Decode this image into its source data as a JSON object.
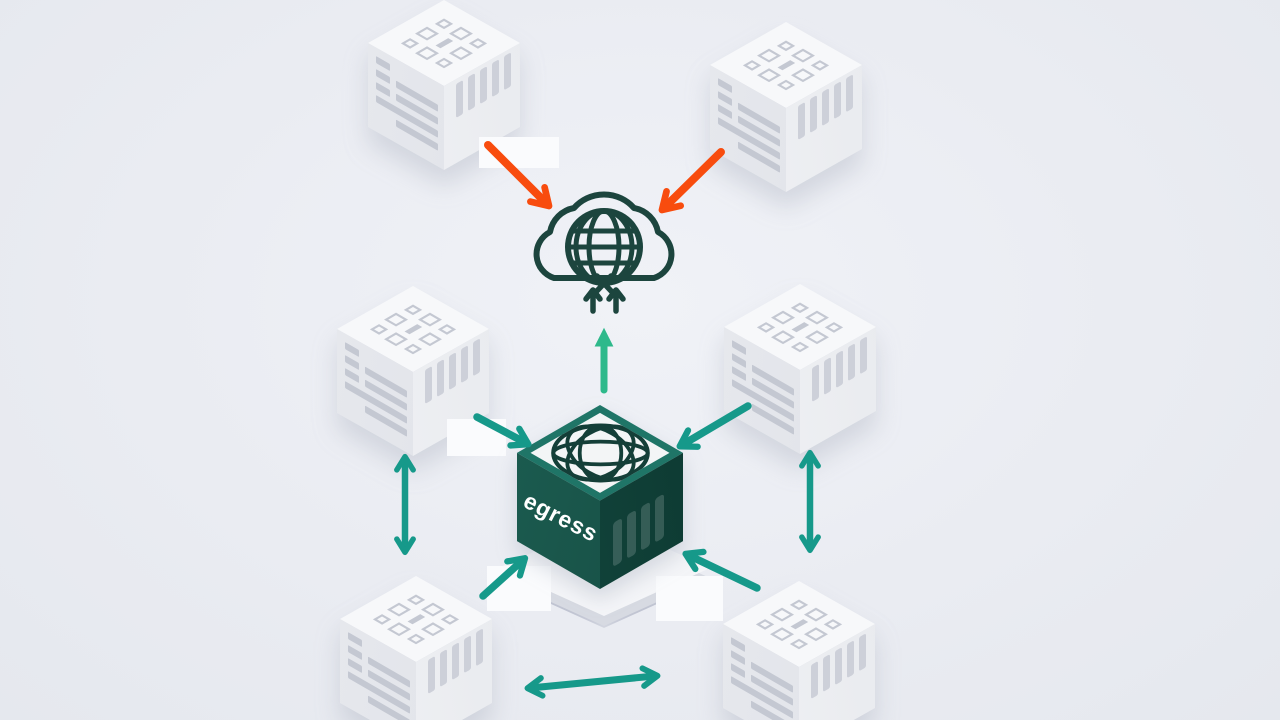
{
  "diagram": {
    "type": "isometric-network-egress-illustration",
    "egress_cube": {
      "label": "egress",
      "top_icon": "woven-globe-icon"
    },
    "cloud": {
      "icon": "cloud-globe-icon"
    },
    "nodes": [
      {
        "name": "server-cube-top-left"
      },
      {
        "name": "server-cube-top-right"
      },
      {
        "name": "server-cube-mid-left"
      },
      {
        "name": "server-cube-mid-right"
      },
      {
        "name": "server-cube-bottom-left"
      },
      {
        "name": "server-cube-bottom-right"
      }
    ],
    "arrows": [
      {
        "name": "arrow-top-left-to-cloud",
        "color": "orange",
        "style": "single"
      },
      {
        "name": "arrow-top-right-to-cloud",
        "color": "orange",
        "style": "single"
      },
      {
        "name": "arrow-egress-to-cloud",
        "color": "green",
        "style": "single"
      },
      {
        "name": "arrow-mid-left-to-egress",
        "color": "teal",
        "style": "single"
      },
      {
        "name": "arrow-mid-right-to-egress",
        "color": "teal",
        "style": "single"
      },
      {
        "name": "arrow-bottom-left-to-egress",
        "color": "teal",
        "style": "single"
      },
      {
        "name": "arrow-bottom-right-to-egress",
        "color": "teal",
        "style": "single"
      },
      {
        "name": "arrow-left-column-bidirectional",
        "color": "teal",
        "style": "double"
      },
      {
        "name": "arrow-right-column-bidirectional",
        "color": "teal",
        "style": "double"
      },
      {
        "name": "arrow-bottom-row-bidirectional",
        "color": "teal",
        "style": "double"
      }
    ],
    "colors": {
      "bg": "#eaecf2",
      "teal": "#16998a",
      "green": "#2eb98b",
      "orange": "#f84c0e",
      "ink": "#1c453e",
      "ink-dark": "#143f38",
      "egress-band": "#1f7567",
      "egress-inset": "#f3f5f6",
      "egress-left": "#1b5b4f",
      "egress-right": "#12463d",
      "cube-top": "#f7f8fa",
      "cube-left": "#e6e8ed",
      "cube-right": "#f0f1f4",
      "bars": "#c4c8d2",
      "bars-light": "#cdd0d9",
      "platform-top": "#f4f5f8",
      "platform-side": "#d7dae2"
    }
  }
}
